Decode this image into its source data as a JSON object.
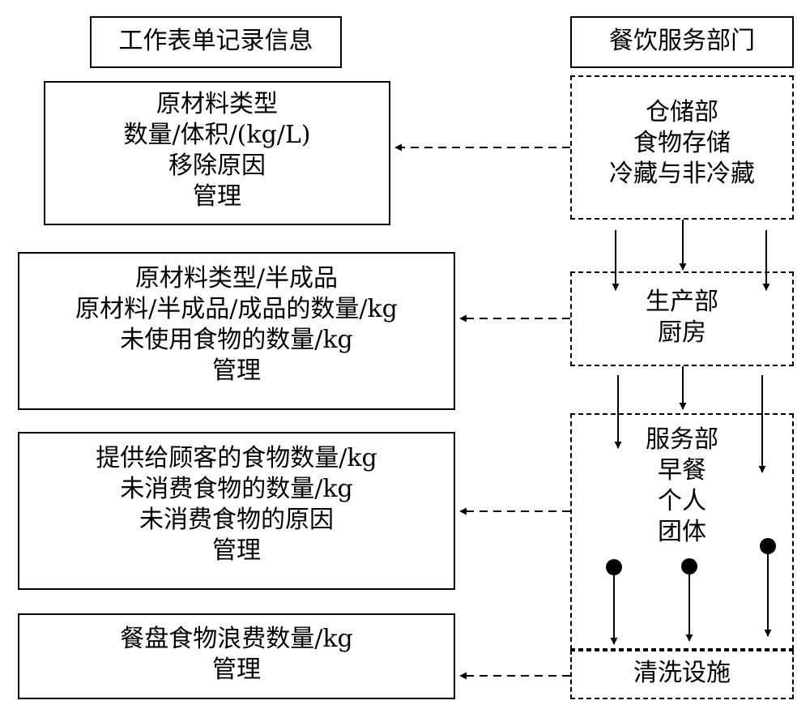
{
  "left": {
    "header": "工作表单记录信息",
    "storage_record": [
      "原材料类型",
      "数量/体积/(kg/L)",
      "移除原因",
      "管理"
    ],
    "production_record": [
      "原材料类型/半成品",
      "原材料/半成品/成品的数量/kg",
      "未使用食物的数量/kg",
      "管理"
    ],
    "service_record": [
      "提供给顾客的食物数量/kg",
      "未消费食物的数量/kg",
      "未消费食物的原因",
      "管理"
    ],
    "washing_record": [
      "餐盘食物浪费数量/kg",
      "管理"
    ]
  },
  "right": {
    "header": "餐饮服务部门",
    "storage_dept": [
      "仓储部",
      "食物存储",
      "冷藏与非冷藏"
    ],
    "production_dept": [
      "生产部",
      "厨房"
    ],
    "service_dept": [
      "服务部",
      "早餐",
      "个人",
      "团体"
    ],
    "washing_dept": [
      "清洗设施"
    ]
  }
}
